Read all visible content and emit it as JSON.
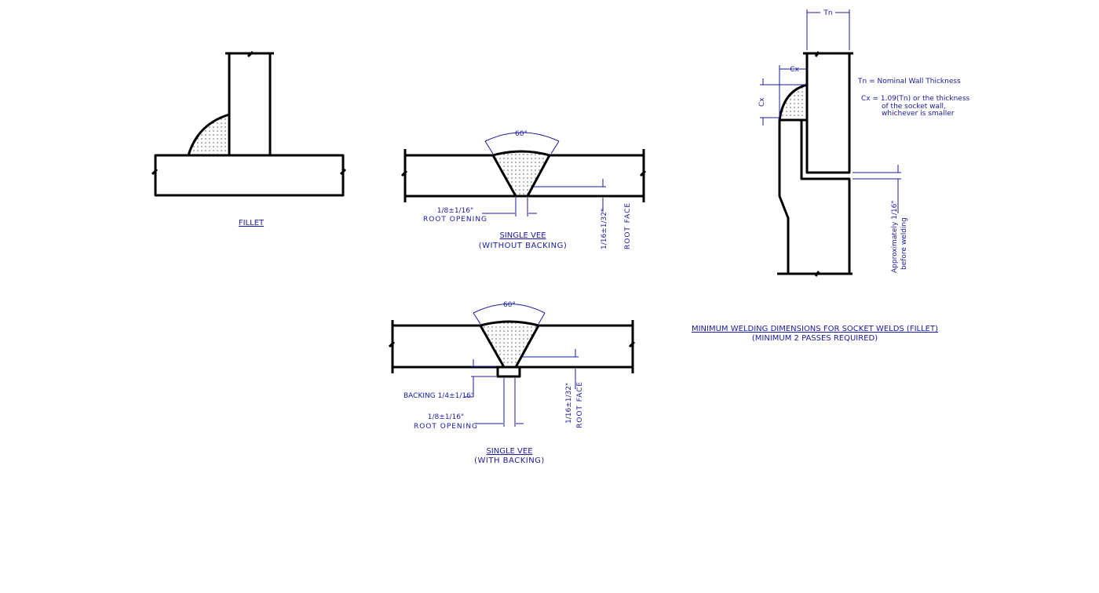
{
  "fillet": {
    "label": "FILLET"
  },
  "single_vee_no_backing": {
    "angle": "60°",
    "root_opening_value": "1/8±1/16\"",
    "root_opening_label": "ROOT OPENING",
    "root_face_value": "1/16±1/32\"",
    "root_face_label": "ROOT FACE",
    "title": "SINGLE VEE",
    "subtitle": "(WITHOUT BACKING)"
  },
  "single_vee_backing": {
    "angle": "60°",
    "backing_label": "BACKING 1/4±1/16\"",
    "root_opening_value": "1/8±1/16\"",
    "root_opening_label": "ROOT OPENING",
    "root_face_value": "1/16±1/32\"",
    "root_face_label": "ROOT FACE",
    "title": "SINGLE VEE",
    "subtitle": "(WITH BACKING)"
  },
  "socket_weld": {
    "tn": "Tn",
    "cx_h": "Cx",
    "cx_v": "Cx",
    "note_tn": "Tn = Nominal Wall Thickness",
    "note_cx_1": "Cx = 1.09(Tn) or the thickness",
    "note_cx_2": "of the socket wall,",
    "note_cx_3": "whichever is smaller",
    "gap_1": "Approximately 1/16\"",
    "gap_2": "before welding",
    "title": "MINIMUM WELDING DIMENSIONS FOR SOCKET WELDS (FILLET)",
    "subtitle": "(MINIMUM 2 PASSES REQUIRED)"
  }
}
